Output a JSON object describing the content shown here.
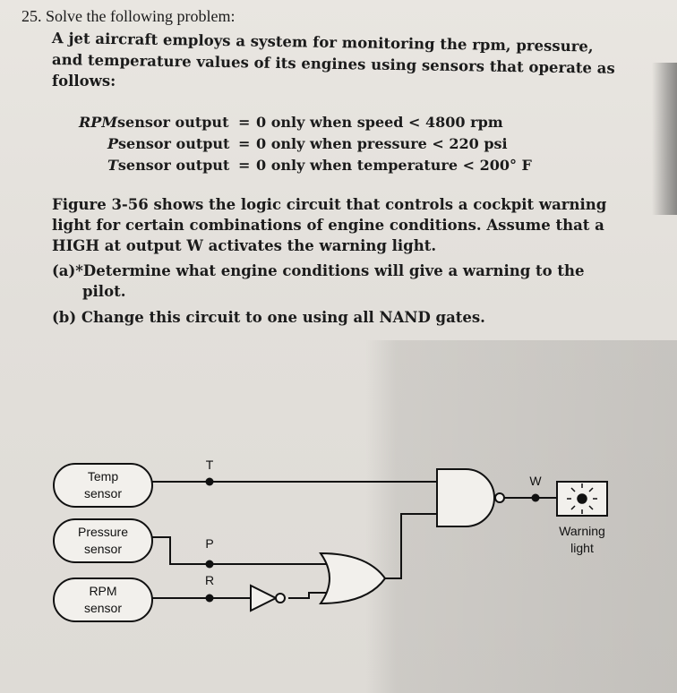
{
  "problem": {
    "title": "25. Solve the following problem:",
    "intro_lines": [
      "A jet aircraft employs a system for monitoring the rpm, pressure,",
      "and temperature values of its engines using sensors that operate as",
      "follows:"
    ],
    "equations": [
      {
        "var": "RPM",
        "name": "sensor output",
        "eq": "=",
        "cond": "0 only when speed < 4800 rpm"
      },
      {
        "var": "P",
        "name": "sensor output",
        "eq": "=",
        "cond": "0 only when pressure < 220 psi"
      },
      {
        "var": "T",
        "name": "sensor output",
        "eq": "=",
        "cond": "0 only when temperature < 200° F"
      }
    ],
    "figure_lines": [
      "Figure 3-56 shows the logic circuit that controls a cockpit warning",
      "light for certain combinations of engine conditions. Assume that a",
      "HIGH at output W activates the warning light."
    ],
    "part_a_lines": [
      "(a)*Determine what engine conditions will give a warning to the",
      "pilot."
    ],
    "part_b": "(b) Change this circuit to one using all NAND gates."
  },
  "diagram": {
    "sensors": {
      "temp": [
        "Temp",
        "sensor"
      ],
      "pressure": [
        "Pressure",
        "sensor"
      ],
      "rpm": [
        "RPM",
        "sensor"
      ]
    },
    "signals": {
      "t": "T",
      "p": "P",
      "r": "R",
      "w": "W"
    },
    "warning": [
      "Warning",
      "light"
    ]
  }
}
